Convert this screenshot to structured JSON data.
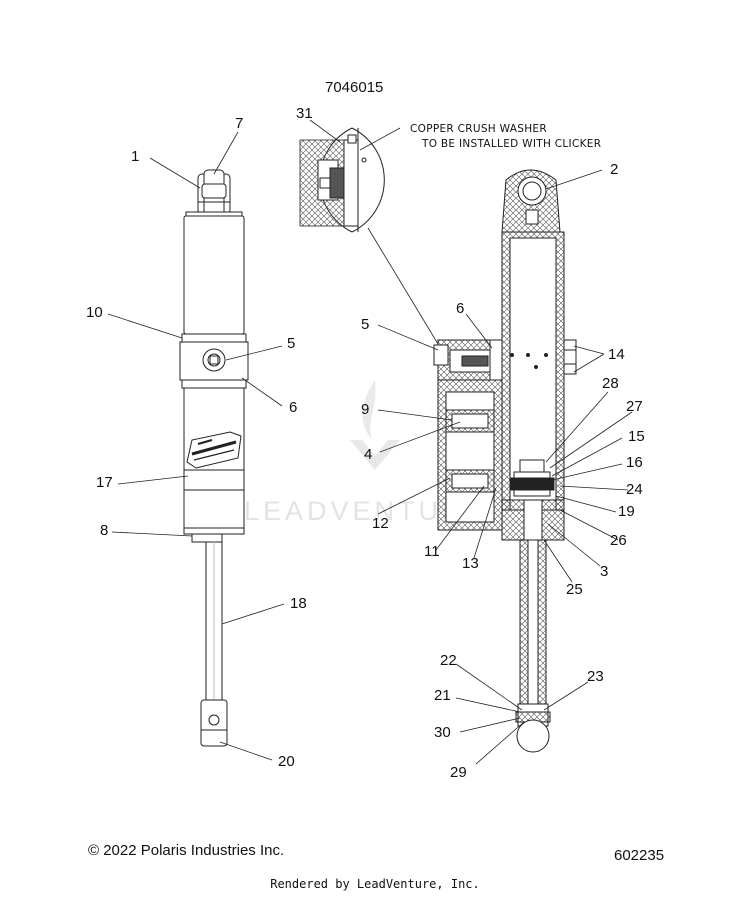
{
  "diagram": {
    "part_number": "7046015",
    "note_line1": "COPPER CRUSH WASHER",
    "note_line2": "TO BE INSTALLED WITH CLICKER",
    "watermark": "LEADVENTURE",
    "callouts": {
      "c1": "1",
      "c2": "2",
      "c3": "3",
      "c4": "4",
      "c5a": "5",
      "c5b": "5",
      "c6a": "6",
      "c6b": "6",
      "c7": "7",
      "c8": "8",
      "c9": "9",
      "c10": "10",
      "c11": "11",
      "c12": "12",
      "c13": "13",
      "c14": "14",
      "c15": "15",
      "c16": "16",
      "c17": "17",
      "c18": "18",
      "c19": "19",
      "c20": "20",
      "c21": "21",
      "c22": "22",
      "c23": "23",
      "c24": "24",
      "c25": "25",
      "c26": "26",
      "c27": "27",
      "c28": "28",
      "c29": "29",
      "c30": "30",
      "c31": "31"
    }
  },
  "footer": {
    "copyright": "© 2022 Polaris Industries Inc.",
    "figure_number": "602235",
    "rendered_by": "Rendered by LeadVenture, Inc."
  }
}
